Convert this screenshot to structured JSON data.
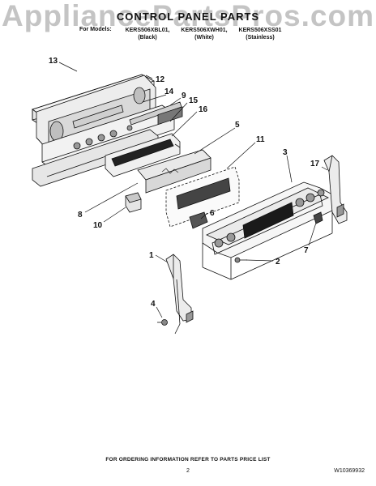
{
  "watermark": "AppliancePartsPros.com",
  "title": "CONTROL PANEL PARTS",
  "models_prefix": "For Models:",
  "models": [
    {
      "model": "KERS506XBL01,",
      "color": "(Black)"
    },
    {
      "model": "KERS506XWH01,",
      "color": "(White)"
    },
    {
      "model": "KERS506XSS01",
      "color": "(Stainless)"
    }
  ],
  "callouts": [
    "13",
    "12",
    "14",
    "9",
    "15",
    "16",
    "5",
    "11",
    "3",
    "17",
    "8",
    "10",
    "6",
    "1",
    "2",
    "7",
    "4"
  ],
  "footer": "FOR ORDERING INFORMATION REFER TO PARTS PRICE LIST",
  "page_number": "2",
  "document_number": "W10369932"
}
